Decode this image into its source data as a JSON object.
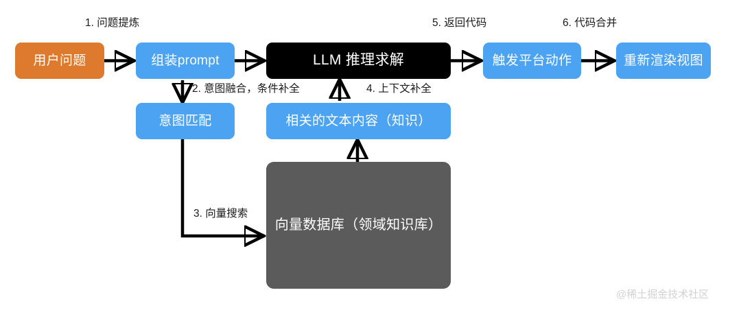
{
  "diagram": {
    "title": "LLM RAG flow",
    "watermark": "@稀土掘金技术社区",
    "colors": {
      "blue": "#4BA3F2",
      "orange": "#DD7A2E",
      "black": "#000000",
      "gray": "#5B5B5B",
      "arrow": "#000000",
      "label_text": "#1a1a1a",
      "node_text": "#ffffff",
      "watermark_text": "#d2d2d2",
      "background": "#ffffff"
    },
    "nodes": [
      {
        "id": "user-question",
        "label": "用户问题",
        "color": "orange"
      },
      {
        "id": "assemble-prompt",
        "label": "组装prompt",
        "color": "blue"
      },
      {
        "id": "llm-reasoning",
        "label": "LLM 推理求解",
        "color": "black"
      },
      {
        "id": "trigger-action",
        "label": "触发平台动作",
        "color": "blue"
      },
      {
        "id": "rerender-view",
        "label": "重新渲染视图",
        "color": "blue"
      },
      {
        "id": "intent-match",
        "label": "意图匹配",
        "color": "blue"
      },
      {
        "id": "related-text",
        "label": "相关的文本内容（知识）",
        "color": "blue"
      },
      {
        "id": "vector-db",
        "label": "向量数据库（领域知识库）",
        "color": "gray"
      }
    ],
    "edge_labels": [
      {
        "id": "step-1",
        "text": "1. 问题提炼"
      },
      {
        "id": "step-2",
        "text": "2. 意图融合，条件补全"
      },
      {
        "id": "step-3",
        "text": "3. 向量搜索"
      },
      {
        "id": "step-4",
        "text": "4. 上下文补全"
      },
      {
        "id": "step-5",
        "text": "5. 返回代码"
      },
      {
        "id": "step-6",
        "text": "6. 代码合并"
      }
    ]
  }
}
